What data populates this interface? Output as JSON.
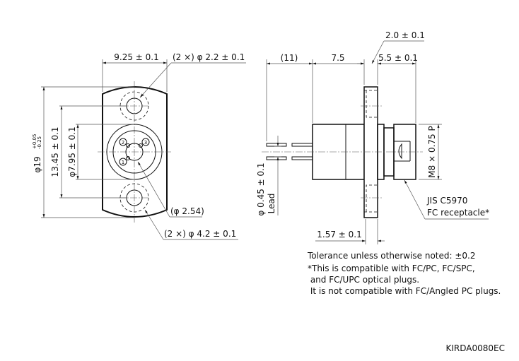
{
  "front_view": {
    "width_dim": "9.25 ± 0.1",
    "small_hole_dim": "(2 ×) φ 2.2 ± 0.1",
    "outer_diameter_dim": "φ19",
    "outer_tol_plus": "+0.05",
    "outer_tol_minus": "-0.25",
    "hole_pitch_dim": "13.45 ± 0.1",
    "body_diameter_dim": "φ7.95 ± 0.1",
    "pin_circle_dim": "(φ 2.54)",
    "large_hole_dim": "(2 ×) φ 4.2 ± 0.1",
    "pin_labels": [
      "1",
      "2",
      "3"
    ]
  },
  "side_view": {
    "lead_length_dim": "(11)",
    "body_length_dim": "7.5",
    "flange_thickness_dim": "2.0 ± 0.1",
    "receptacle_length_dim": "5.5 ± 0.1",
    "thread_dim": "M8 × 0.75 P",
    "lead_diameter_dim": "φ 0.45 ± 0.1",
    "lead_label": "Lead",
    "offset_dim": "1.57 ± 0.1",
    "receptacle_label_1": "JIS C5970",
    "receptacle_label_2": "FC receptacle*"
  },
  "notes": [
    "Tolerance unless otherwise noted: ±0.2",
    "*This is compatible with FC/PC, FC/SPC,",
    " and FC/UPC optical plugs.",
    " It is not compatible with FC/Angled PC plugs."
  ],
  "drawing_code": "KIRDA0080EC"
}
